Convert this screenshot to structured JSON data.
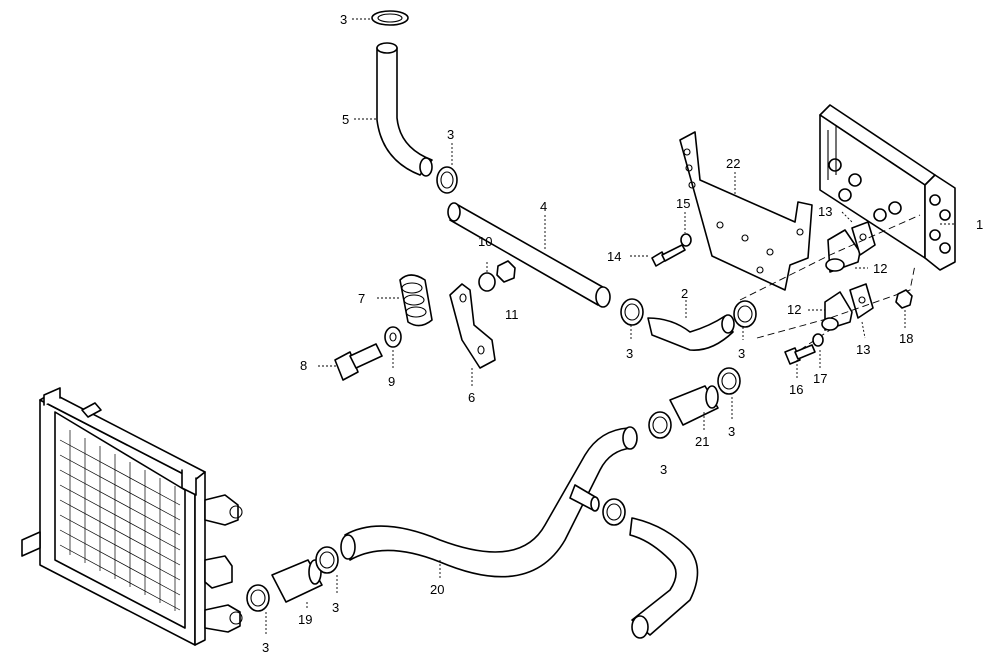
{
  "labels": {
    "p1": "1",
    "p2": "2",
    "p3": "3",
    "p4": "4",
    "p5": "5",
    "p6": "6",
    "p7": "7",
    "p8": "8",
    "p9": "9",
    "p10": "10",
    "p11": "11",
    "p12": "12",
    "p13": "13",
    "p14": "14",
    "p15": "15",
    "p16": "16",
    "p17": "17",
    "p18": "18",
    "p19": "19",
    "p20": "20",
    "p21": "21",
    "p22": "22"
  },
  "colors": {
    "line": "#000000",
    "background": "#ffffff"
  }
}
